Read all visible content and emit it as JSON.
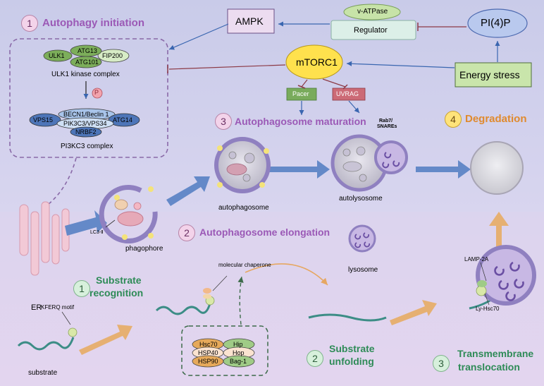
{
  "colors": {
    "section_title_purple": "#9b59b6",
    "section_title_teal": "#2e8b57",
    "section_title_orange": "#e08a2e",
    "arrow_blue": "#5b86c6",
    "arrow_tan": "#e6ae6b",
    "mtorc1_yellow": "#ffe14d",
    "membrane_purple": "#9a8cc4"
  },
  "icons": [
    "stacked-membrane-er-icon",
    "phagophore-cup-icon",
    "vesicle-with-mitochondria-icon",
    "lysosome-icon",
    "degraded-vesicle-icon",
    "protein-strand-icon"
  ],
  "macro": {
    "step1_num": "1",
    "step1_title": "Autophagy initiation",
    "ulk_complex": {
      "ulk1": "ULK1",
      "atg13": "ATG13",
      "fip200": "FIP200",
      "atg101": "ATG101",
      "label": "ULK1 kinase complex"
    },
    "p_badge": "P",
    "pi3k_complex": {
      "becn1": "BECN1/Beclin 1",
      "vps15": "VPS15",
      "pik3c3": "PIK3C3/VPS34",
      "atg14": "ATG14",
      "nrbf2": "NRBF2",
      "label": "PI3KC3 complex"
    },
    "ampk": "AMPK",
    "v_atpase": "v-ATPase",
    "regulator": "Regulator",
    "pi4p": "PI(4)P",
    "energy_stress": "Energy stress",
    "mtorc1": "mTORC1",
    "pacer": "Pacer",
    "uvrag": "UVRAG",
    "step3_num": "3",
    "step3_title": "Autophagosome maturation",
    "rab7": "Rab7/",
    "snares": "SNAREs",
    "step4_num": "4",
    "step4_title": "Degradation",
    "er_label": "ER",
    "lc3": "LC3-Ⅱ",
    "phagophore": "phagophore",
    "autophagosome": "autophagosome",
    "autolysosome": "autolysosome",
    "step2_num": "2",
    "step2_title": "Autophagosome elongation",
    "lysosome": "lysosome"
  },
  "cma": {
    "step1_num": "1",
    "step1_title_l1": "Substrate",
    "step1_title_l2": "recognition",
    "molecular_chaperone": "molecular chaperone",
    "kferq": "KFERQ motif",
    "substrate": "substrate",
    "chaperones": {
      "hsc70": "Hsc70",
      "hip": "Hip",
      "hsp40": "HSP40",
      "hop": "Hop",
      "hsp90": "HSP90",
      "bag1": "Bag-1"
    },
    "step2_num": "2",
    "step2_title_l1": "Substrate",
    "step2_title_l2": "unfolding",
    "lamp2a": "LAMP-2A",
    "ly_hsc70": "Ly-Hsc70",
    "step3_num": "3",
    "step3_title_l1": "Transmembrane",
    "step3_title_l2": "translocation"
  }
}
